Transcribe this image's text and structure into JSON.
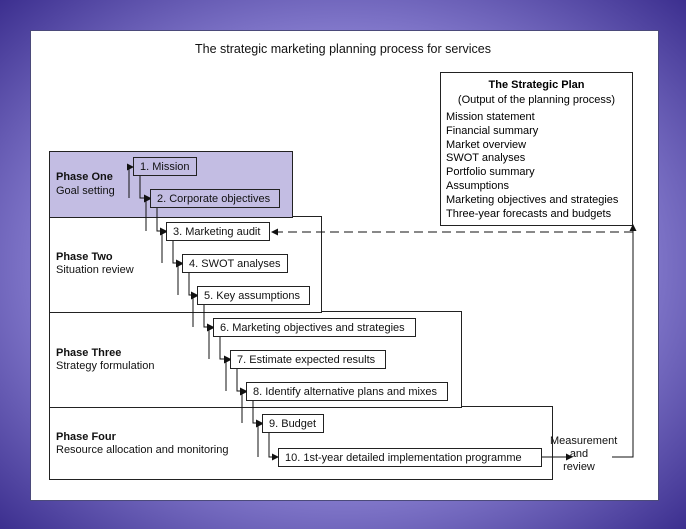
{
  "title": "The strategic marketing planning process for services",
  "phases": [
    {
      "title": "Phase One",
      "subtitle": "Goal setting"
    },
    {
      "title": "Phase Two",
      "subtitle": "Situation review"
    },
    {
      "title": "Phase Three",
      "subtitle": "Strategy formulation"
    },
    {
      "title": "Phase Four",
      "subtitle": "Resource allocation and monitoring"
    }
  ],
  "steps": [
    "1. Mission",
    "2. Corporate objectives",
    "3. Marketing audit",
    "4. SWOT analyses",
    "5. Key assumptions",
    "6. Marketing objectives and strategies",
    "7. Estimate expected results",
    "8. Identify alternative plans and mixes",
    "9. Budget",
    "10. 1st-year detailed implementation programme"
  ],
  "strategic_plan": {
    "title": "The Strategic Plan",
    "subtitle": "(Output of the planning process)",
    "items": [
      "Mission statement",
      "Financial summary",
      "Market overview",
      "SWOT analyses",
      "Portfolio summary",
      "Assumptions",
      "Marketing objectives and strategies",
      "Three-year forecasts and budgets"
    ]
  },
  "measurement": {
    "line1": "Measurement",
    "line2": "and",
    "line3": "review"
  }
}
